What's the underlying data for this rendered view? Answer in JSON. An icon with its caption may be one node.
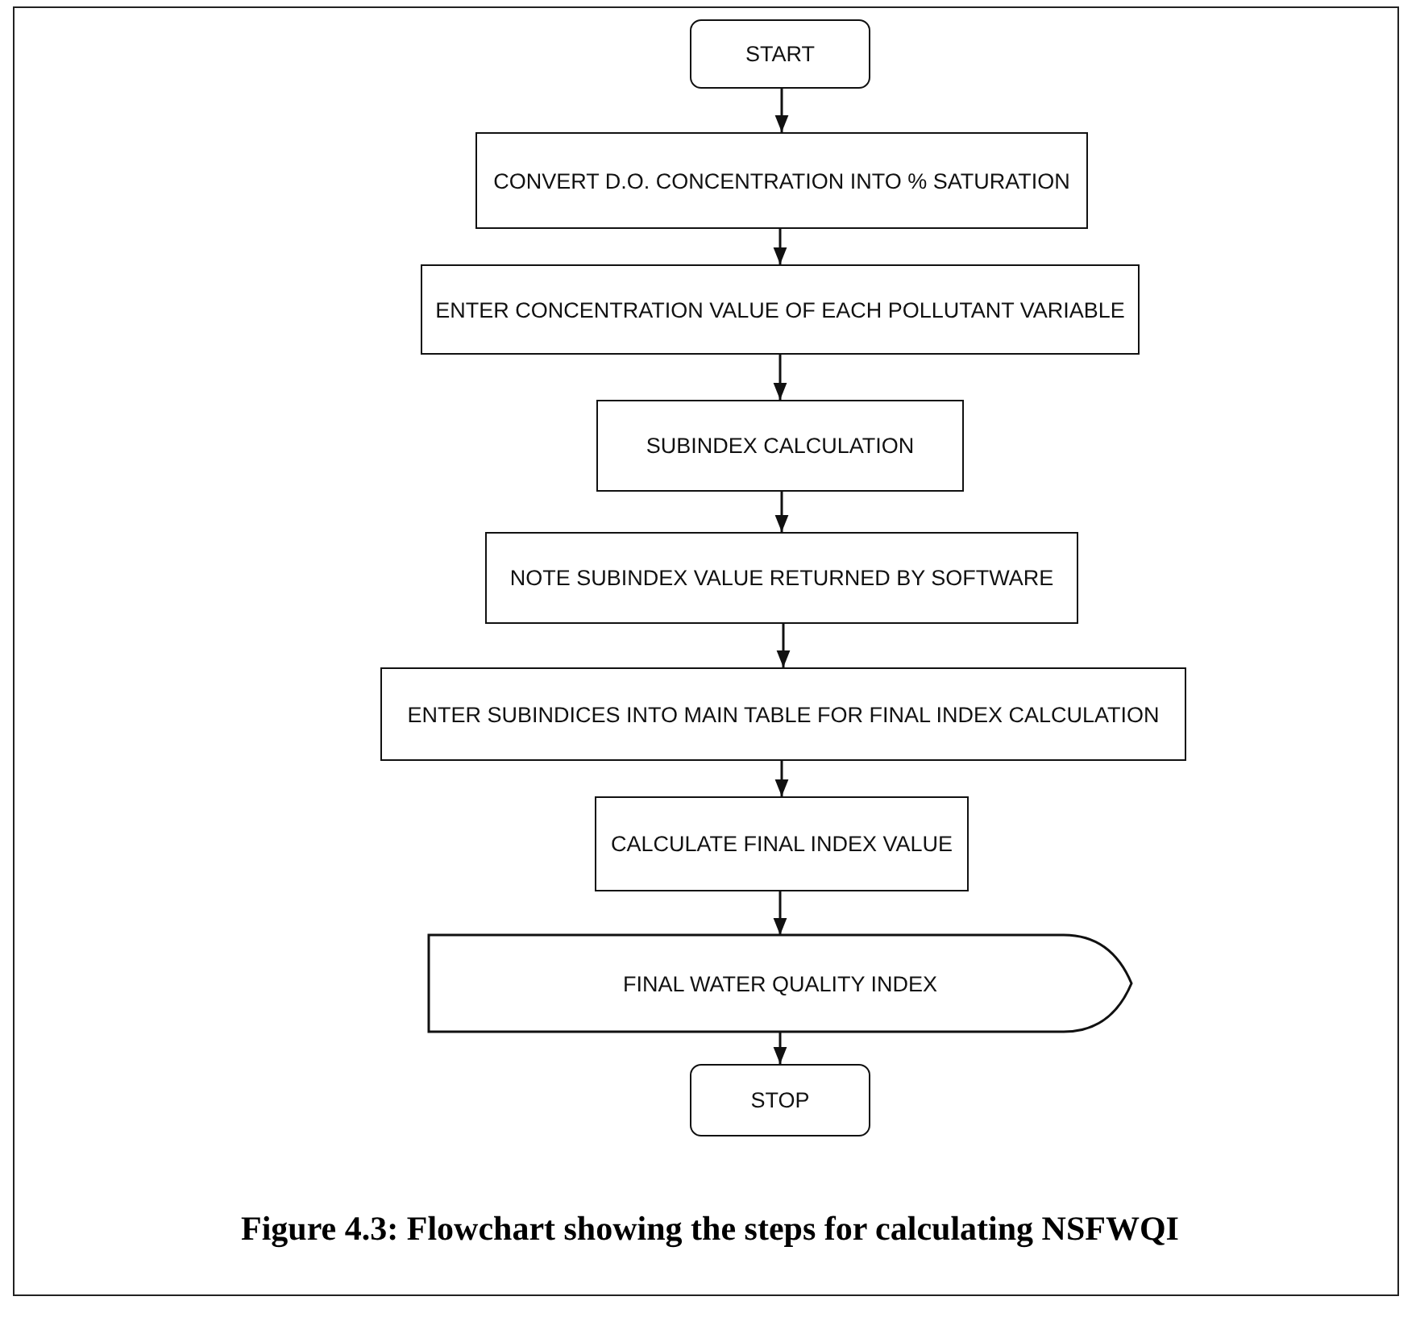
{
  "diagram": {
    "caption": "Figure 4.3: Flowchart showing the steps for calculating NSFWQI",
    "nodes": [
      {
        "text": [
          "START"
        ]
      },
      {
        "text": [
          "CONVERT D.O. CONCENTRATION INTO % SATURATION"
        ]
      },
      {
        "text": [
          "ENTER CONCENTRATION VALUE OF EACH POLLUTANT VARIABLE"
        ]
      },
      {
        "text": [
          "SUBINDEX CALCULATION"
        ]
      },
      {
        "text": [
          "NOTE SUBINDEX VALUE RETURNED BY SOFTWARE"
        ]
      },
      {
        "text": [
          "ENTER SUBINDICES INTO MAIN TABLE FOR FINAL INDEX CALCULATION"
        ]
      },
      {
        "text": [
          "CALCULATE FINAL INDEX VALUE"
        ]
      },
      {
        "text": [
          "FINAL WATER QUALITY INDEX"
        ]
      },
      {
        "text": [
          "STOP"
        ]
      }
    ],
    "edges": [
      {
        "from": 0,
        "to": 1,
        "arrow": "to"
      },
      {
        "from": 1,
        "to": 2,
        "arrow": "to"
      },
      {
        "from": 2,
        "to": 3,
        "arrow": "to"
      },
      {
        "from": 3,
        "to": 4,
        "arrow": "to"
      },
      {
        "from": 4,
        "to": 5,
        "arrow": "to"
      },
      {
        "from": 5,
        "to": 6,
        "arrow": "to"
      },
      {
        "from": 6,
        "to": 7,
        "arrow": "to"
      },
      {
        "from": 7,
        "to": 8,
        "arrow": "to"
      }
    ]
  }
}
